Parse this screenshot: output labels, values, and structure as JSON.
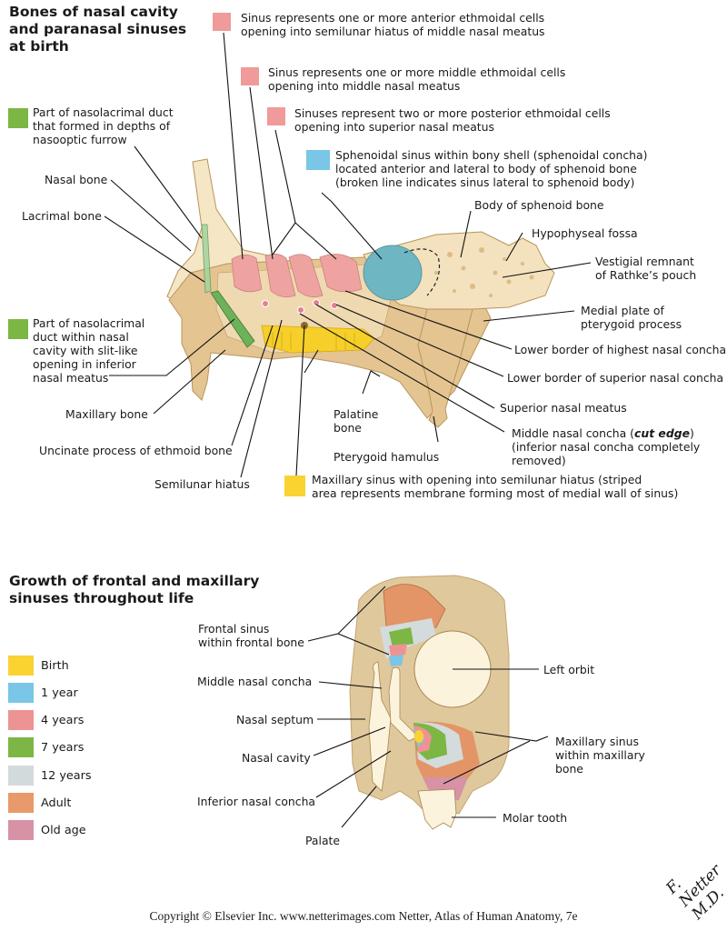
{
  "colors": {
    "pink": "#f09a9a",
    "green": "#7cb645",
    "blue": "#79c6e6",
    "yellow": "#fad232",
    "bone": "#e9d3a8",
    "bone_light": "#f5e6c6",
    "cavity": "#fbf3e0",
    "line": "#111111"
  },
  "top": {
    "title_lines": [
      "Bones of nasal cavity",
      "and paranasal sinuses",
      "at birth"
    ],
    "keys": [
      {
        "color": "pink",
        "lines": [
          "Sinus represents one or more anterior ethmoidal cells",
          "opening into semilunar hiatus of middle nasal meatus"
        ]
      },
      {
        "color": "pink",
        "lines": [
          "Sinus represents one or more middle ethmoidal cells",
          "opening into middle nasal meatus"
        ]
      },
      {
        "color": "pink",
        "lines": [
          "Sinuses represent two or more posterior ethmoidal cells",
          "opening into superior nasal meatus"
        ]
      },
      {
        "color": "blue",
        "lines": [
          "Sphenoidal sinus within bony shell (sphenoidal concha)",
          "located anterior and lateral to body of sphenoid bone",
          "(broken line indicates sinus lateral to sphenoid body)"
        ]
      },
      {
        "color": "green",
        "lines": [
          "Part of nasolacrimal duct",
          "that formed in depths of",
          "nasooptic furrow"
        ]
      },
      {
        "color": "green",
        "lines": [
          "Part of nasolacrimal",
          "duct within nasal",
          "cavity with slit-like",
          "opening in inferior",
          "nasal meatus"
        ]
      },
      {
        "color": "yellow",
        "lines": [
          "Maxillary sinus with opening into semilunar hiatus (striped",
          "area represents membrane forming most of medial wall of sinus)"
        ]
      }
    ],
    "labels": {
      "nasal_bone": "Nasal bone",
      "lacrimal_bone": "Lacrimal bone",
      "maxillary_bone": "Maxillary bone",
      "uncinate": "Uncinate process of ethmoid bone",
      "semilunar_hiatus": "Semilunar hiatus",
      "palatine_bone": [
        "Palatine",
        "bone"
      ],
      "pterygoid_hamulus": "Pterygoid hamulus",
      "body_sphenoid": "Body of sphenoid bone",
      "hypophyseal_fossa": "Hypophyseal fossa",
      "rathke": [
        "Vestigial remnant",
        "of Rathke’s pouch"
      ],
      "medial_plate": [
        "Medial plate of",
        "pterygoid process"
      ],
      "highest_concha": "Lower border of highest nasal concha",
      "superior_concha": "Lower border of superior nasal concha",
      "superior_meatus": "Superior nasal meatus",
      "middle_concha_a": "Middle nasal concha (",
      "middle_concha_em": "cut edge",
      "middle_concha_b": ")",
      "middle_concha_rest": [
        "(inferior nasal concha completely",
        "removed)"
      ]
    }
  },
  "bottom": {
    "title_lines": [
      "Growth of frontal and maxillary",
      "sinuses throughout life"
    ],
    "legend": [
      {
        "label": "Birth",
        "color": "#fad232"
      },
      {
        "label": "1 year",
        "color": "#79c6e6"
      },
      {
        "label": "4 years",
        "color": "#ee9393"
      },
      {
        "label": "7 years",
        "color": "#7cb645"
      },
      {
        "label": "12 years",
        "color": "#d3dadc"
      },
      {
        "label": "Adult",
        "color": "#e99a6a"
      },
      {
        "label": "Old age",
        "color": "#d792a6"
      }
    ],
    "labels": {
      "frontal_sinus": [
        "Frontal sinus",
        "within frontal bone"
      ],
      "middle_concha": "Middle nasal concha",
      "nasal_septum": "Nasal septum",
      "nasal_cavity": "Nasal cavity",
      "inferior_concha": "Inferior nasal concha",
      "palate": "Palate",
      "left_orbit": "Left orbit",
      "maxillary_sinus": [
        "Maxillary sinus",
        "within maxillary",
        "bone"
      ],
      "molar_tooth": "Molar tooth"
    }
  },
  "signature": "F. Netter M.D.",
  "copyright": "Copyright © Elsevier Inc.  www.netterimages.com Netter, Atlas of Human Anatomy, 7e"
}
